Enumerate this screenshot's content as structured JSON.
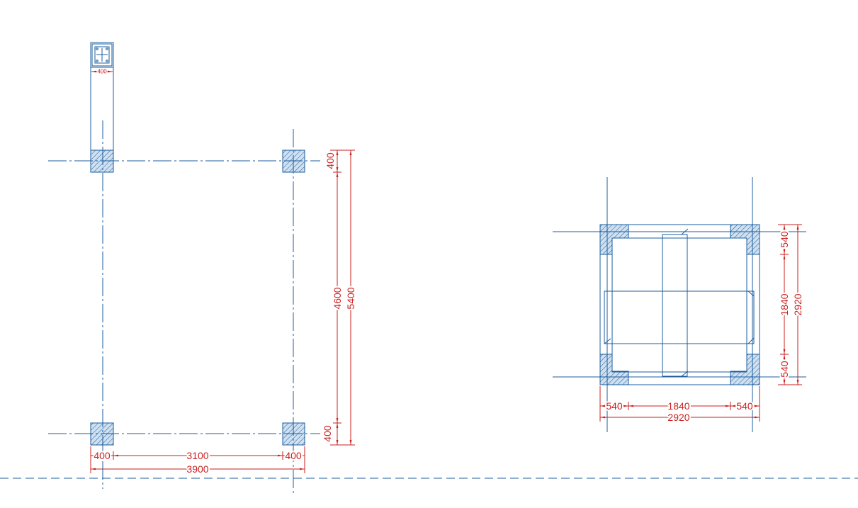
{
  "colors": {
    "line": "#1b5c9c",
    "dimension": "#cc1f1f",
    "hatch_fill": "#cfe0f1",
    "background": "#ffffff"
  },
  "left_plan": {
    "column_detail": {
      "width_label": "400"
    },
    "vertical_dims": {
      "top_column": "400",
      "clear_span": "4600",
      "bottom_column": "400",
      "overall": "5400"
    },
    "horizontal_dims": {
      "left_column": "400",
      "clear_span": "3100",
      "right_column": "400",
      "overall": "3900"
    }
  },
  "right_plan": {
    "vertical_dims": {
      "top": "540",
      "middle": "1840",
      "bottom": "540",
      "overall": "2920"
    },
    "horizontal_dims": {
      "left": "540",
      "middle": "1840",
      "right": "540",
      "overall": "2920"
    }
  }
}
